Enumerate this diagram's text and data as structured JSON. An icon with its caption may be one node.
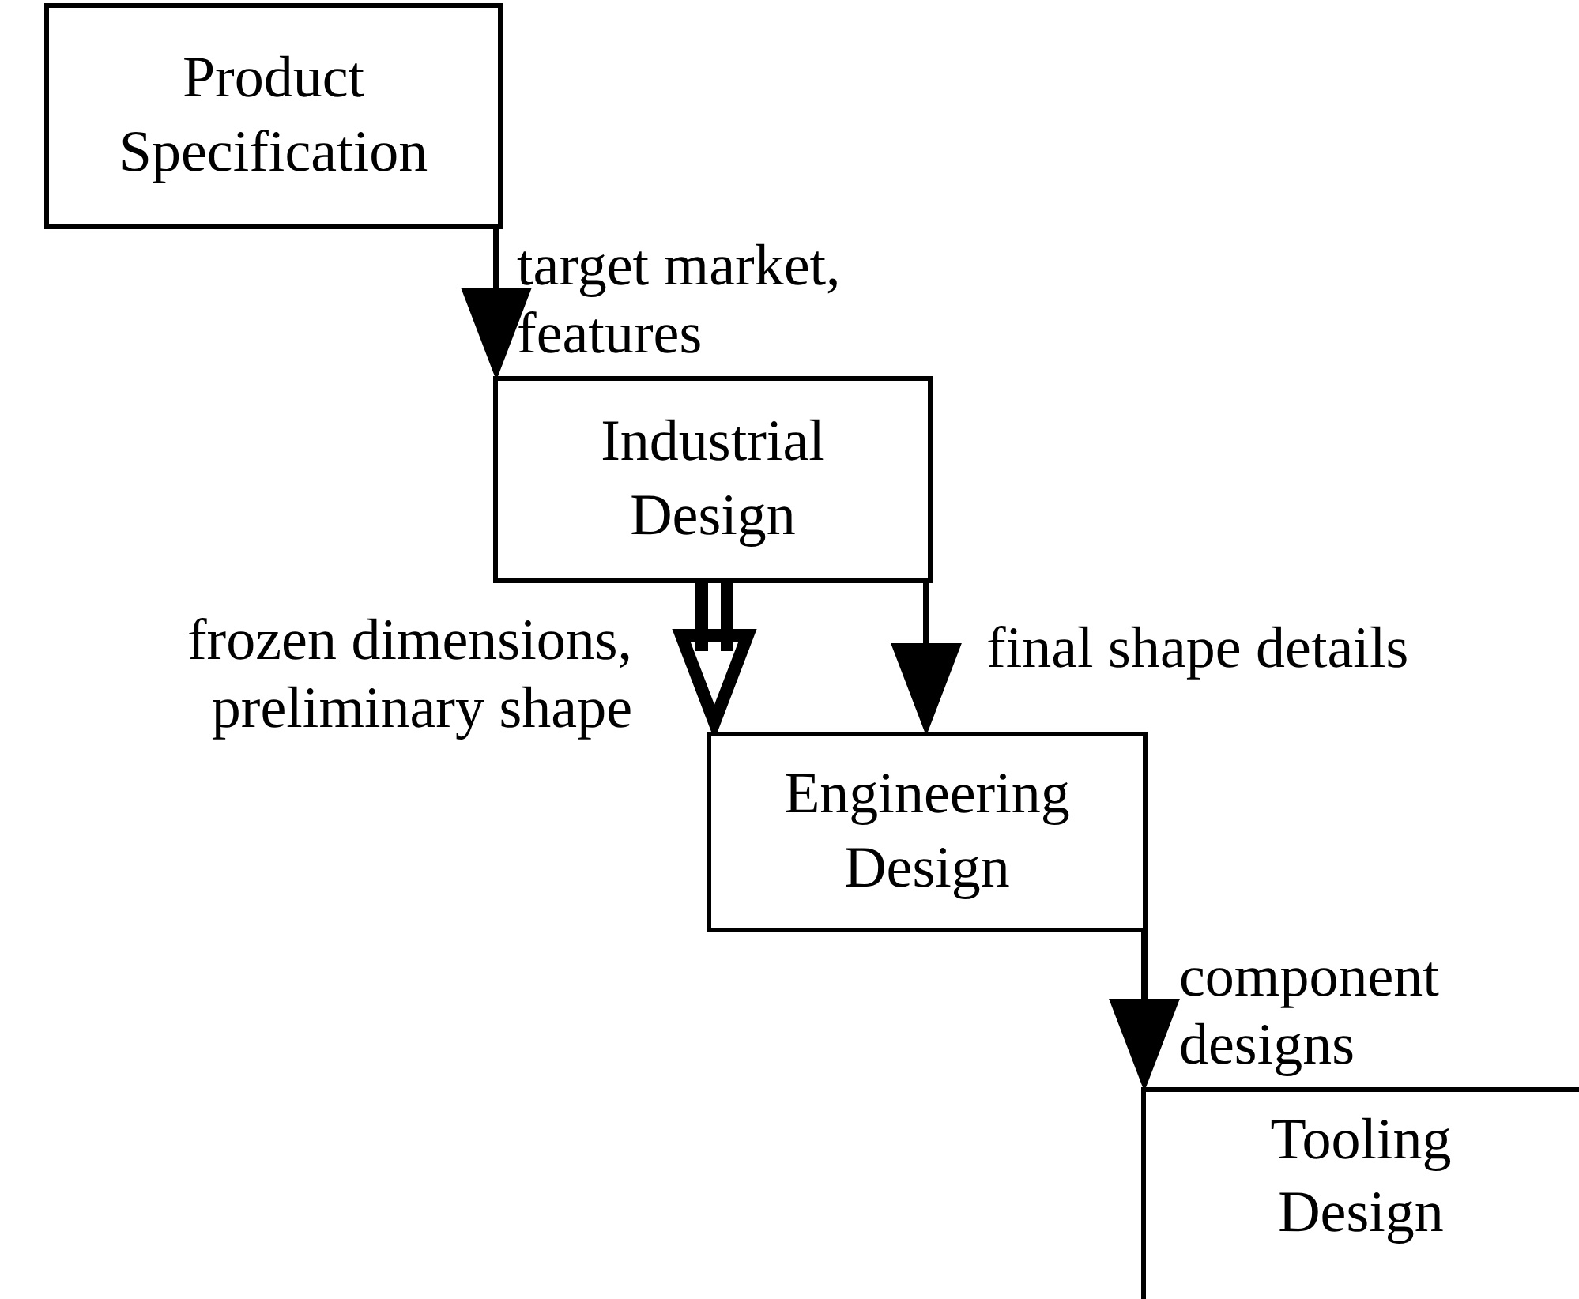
{
  "diagram": {
    "nodes": [
      {
        "text": [
          "Product Specification"
        ]
      },
      {
        "text": [
          "Industrial Design"
        ]
      },
      {
        "text": [
          "Engineering Design"
        ]
      },
      {
        "text": [
          "Tooling Design"
        ]
      }
    ],
    "edges": [
      {
        "from": 0,
        "to": 1,
        "arrow": "to",
        "label": "target market, features"
      },
      {
        "from": 1,
        "to": 2,
        "arrow": "to",
        "label": "frozen dimensions, preliminary shape",
        "style": "thick"
      },
      {
        "from": 1,
        "to": 2,
        "arrow": "to",
        "label": "final shape details"
      },
      {
        "from": 2,
        "to": 3,
        "arrow": "to",
        "label": "component designs"
      }
    ]
  }
}
